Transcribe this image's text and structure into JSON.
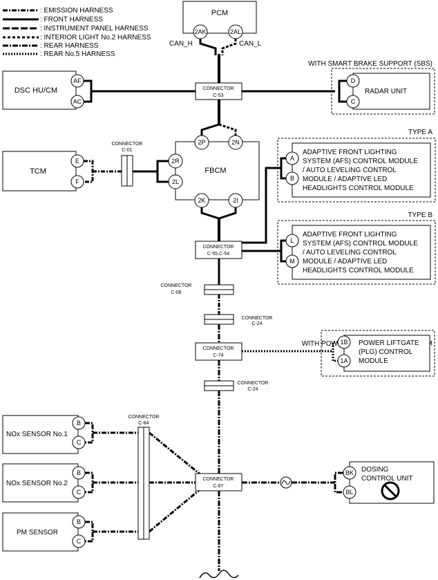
{
  "legend": {
    "emission": ": EMISSION HARNESS",
    "front": ": FRONT HARNESS",
    "instrument": ": INSTRUMENT PANEL HARNESS",
    "interior": ": INTERIOR LIGHT No.2 HARNESS",
    "rear": ": REAR HARNESS",
    "rear5": ": REAR No.5 HARNESS"
  },
  "pcm": {
    "title": "PCM",
    "pin_h": "2AK",
    "pin_l": "2AL",
    "can_h": "CAN_H",
    "can_l": "CAN_L"
  },
  "dsc": {
    "title": "DSC HU/CM",
    "pin_a": "AF",
    "pin_b": "AC"
  },
  "radar": {
    "caption": "WITH SMART BRAKE SUPPORT (SBS)",
    "title": "RADAR UNIT",
    "pin_a": "D",
    "pin_b": "C"
  },
  "c53": {
    "line1": "CONNECTOR",
    "line2": "C-53"
  },
  "tcm": {
    "title": "TCM",
    "pin_a": "E",
    "pin_b": "F"
  },
  "c01": {
    "line1": "CONNECTOR",
    "line2": "C-01"
  },
  "fbcm": {
    "title": "FBCM",
    "pin_2p": "2P",
    "pin_2n": "2N",
    "pin_2r": "2R",
    "pin_2l": "2L",
    "pin_2k": "2K",
    "pin_2i": "2I"
  },
  "afs_a": {
    "caption": "TYPE A",
    "pin_a": "A",
    "pin_b": "B",
    "line1": "ADAPTIVE FRONT LIGHTING",
    "line2": "SYSTEM (AFS) CONTROL MODULE",
    "line3": "/ AUTO LEVELING CONTROL",
    "line4": "MODULE / ADAPTIVE LED",
    "line5": "HEADLIGHTS CONTROL MODULE"
  },
  "afs_b": {
    "caption": "TYPE B",
    "pin_a": "L",
    "pin_b": "M",
    "line1": "ADAPTIVE FRONT LIGHTING",
    "line2": "SYSTEM (AFS) CONTROL MODULE",
    "line3": "/ AUTO LEVELING CONTROL",
    "line4": "MODULE / ADAPTIVE LED",
    "line5": "HEADLIGHTS CONTROL MODULE"
  },
  "c5554": {
    "line1": "CONNECTOR",
    "line2": "C-55,C-54"
  },
  "c08": {
    "line1": "CONNECTOR",
    "line2": "C-08"
  },
  "c24a": {
    "line1": "CONNECTOR",
    "line2": "C-24"
  },
  "plg": {
    "caption": "WITH POWER LIFTGATE (PLG) SYSTEM",
    "line1": "POWER LIFTGATE",
    "line2": "(PLG) CONTROL",
    "line3": "MODULE",
    "pin_a": "1B",
    "pin_b": "1A"
  },
  "c74": {
    "line1": "CONNECTOR",
    "line2": "C-74"
  },
  "c24b": {
    "line1": "CONNECTOR",
    "line2": "C-24"
  },
  "c84": {
    "line1": "CONNECTOR",
    "line2": "C-84"
  },
  "nox1": {
    "title": "NOx SENSOR No.1",
    "pin_a": "B",
    "pin_b": "C"
  },
  "nox2": {
    "title": "NOx SENSOR No.2",
    "pin_a": "B",
    "pin_b": "C"
  },
  "pm": {
    "title": "PM SENSOR",
    "pin_a": "B",
    "pin_b": "C"
  },
  "c87": {
    "line1": "CONNECTOR",
    "line2": "C-87"
  },
  "dosing": {
    "line1": "DOSING",
    "line2": "CONTROL UNIT",
    "pin_a": "BK",
    "pin_b": "BL"
  },
  "icons": [
    "prohibited-icon",
    "harness-crossing-icon",
    "wavy-break-icon"
  ]
}
